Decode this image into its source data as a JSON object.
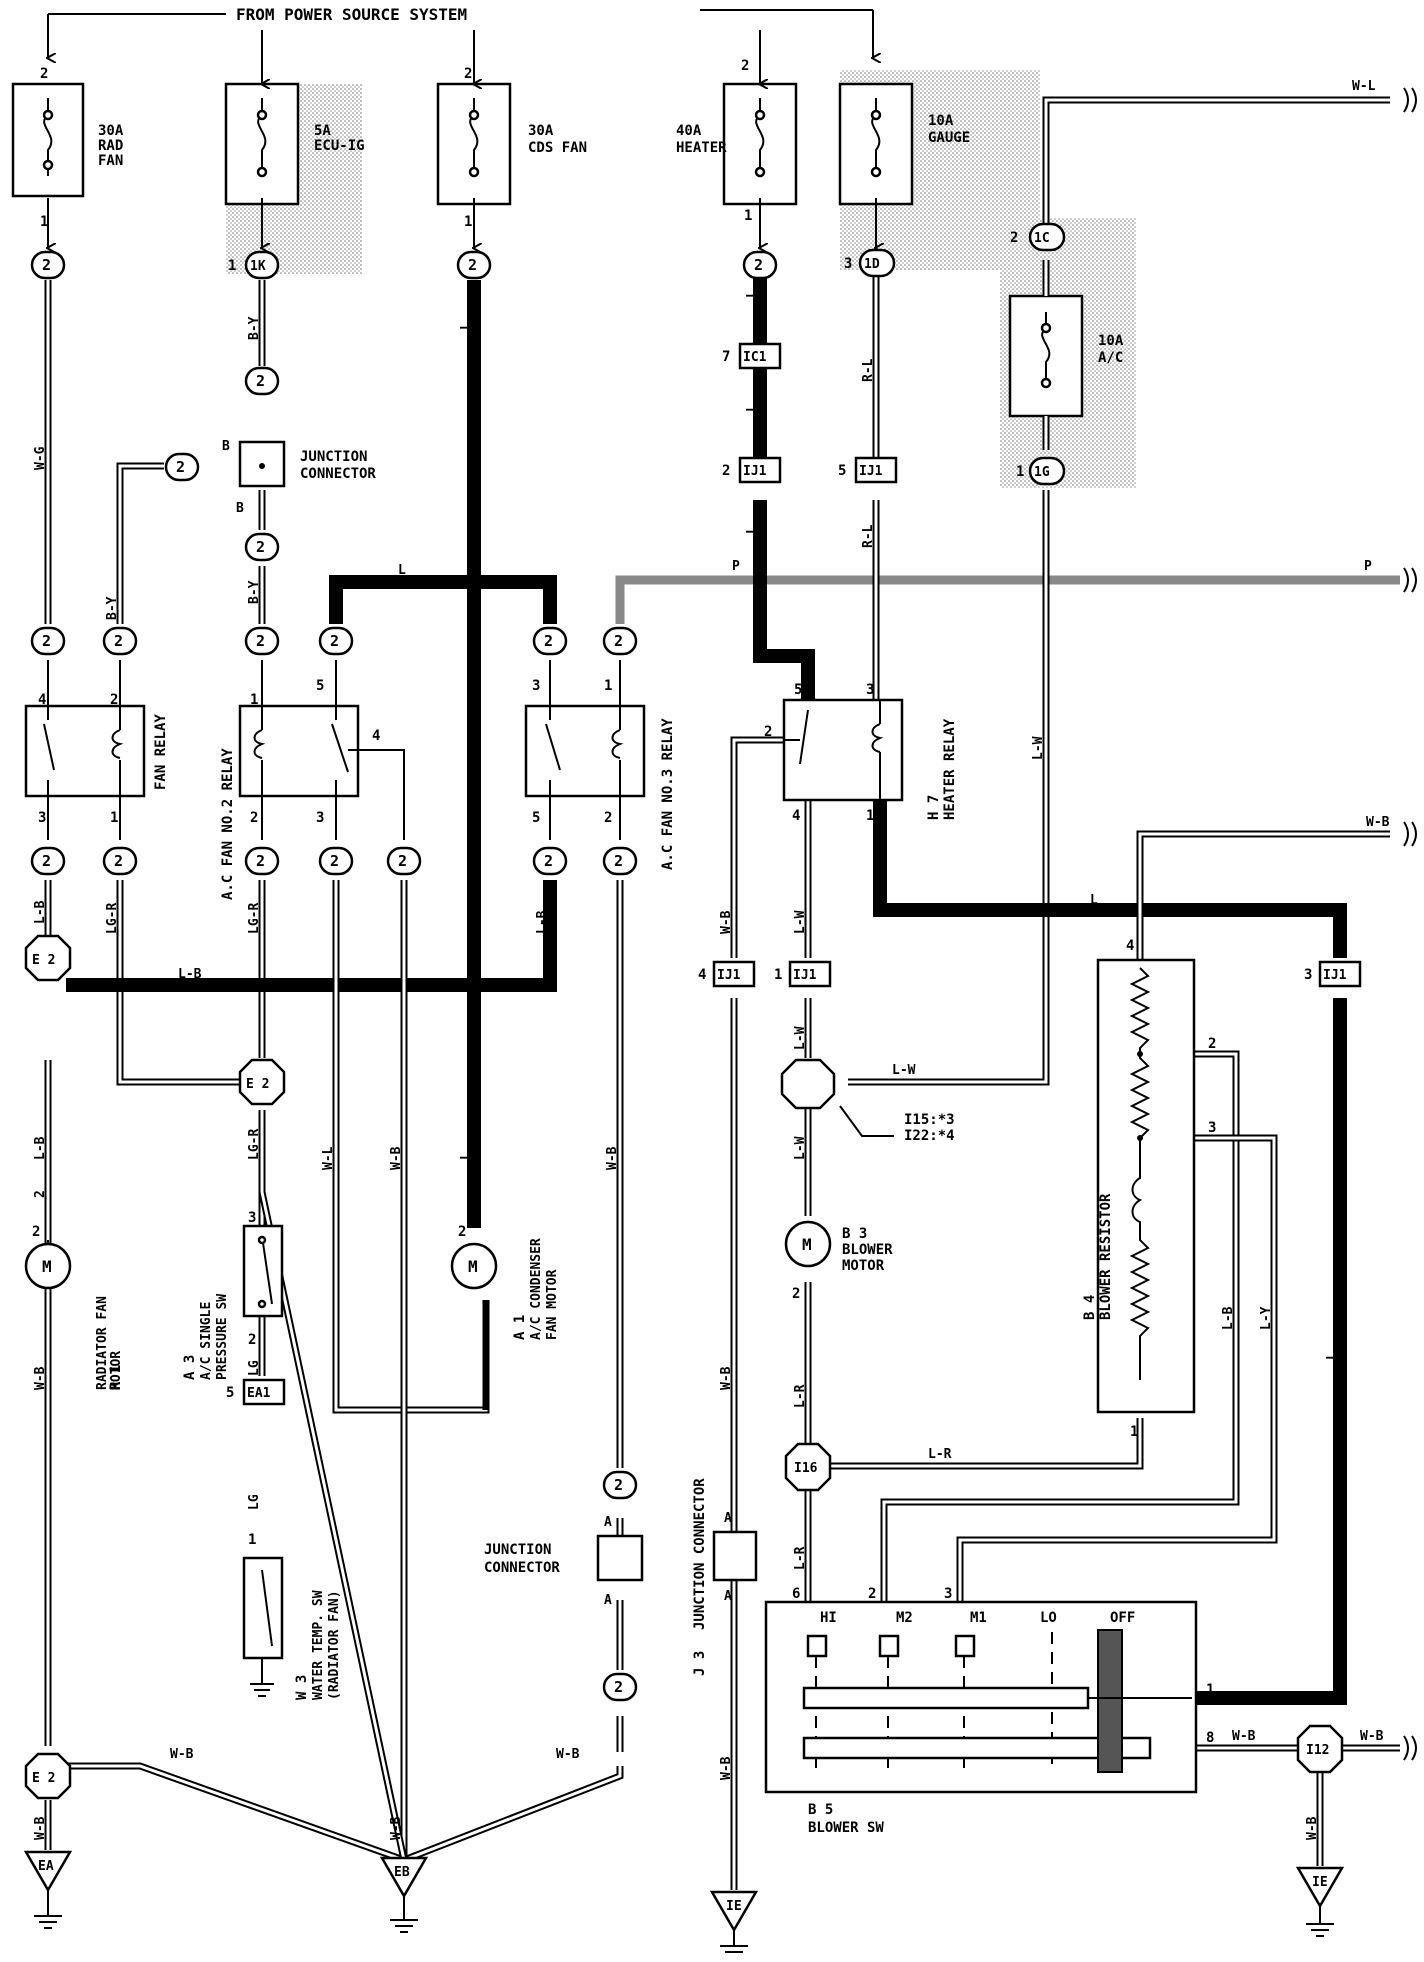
{
  "title": "FROM POWER SOURCE SYSTEM",
  "fuses": [
    {
      "id": "rad-fan",
      "lines": [
        "30A",
        "RAD",
        "FAN"
      ]
    },
    {
      "id": "ecu-ig",
      "lines": [
        "5A",
        "ECU-IG"
      ]
    },
    {
      "id": "cds-fan",
      "lines": [
        "30A",
        "CDS FAN"
      ]
    },
    {
      "id": "heater",
      "lines": [
        "40A",
        "HEATER"
      ]
    },
    {
      "id": "gauge",
      "lines": [
        "10A",
        "GAUGE"
      ]
    },
    {
      "id": "ac",
      "lines": [
        "10A",
        "A/C"
      ]
    }
  ],
  "labels": {
    "junction_connector_top": [
      "JUNCTION",
      "CONNECTOR"
    ],
    "junction_connector_mid": [
      "JUNCTION",
      "CONNECTOR"
    ],
    "fan_relay": "FAN RELAY",
    "ac_fan_no2_relay": "A.C FAN NO.2 RELAY",
    "ac_fan_no3_relay": "A.C FAN NO.3 RELAY",
    "heater_relay": [
      "H 7",
      "HEATER RELAY"
    ],
    "radiator_fan_motor": [
      "R 1",
      "RADIATOR FAN",
      "MOTOR"
    ],
    "ac_single_pressure_sw": [
      "A 3",
      "A/C SINGLE",
      "PRESSURE SW"
    ],
    "ac_condenser_fan_motor": [
      "A 1",
      "A/C CONDENSER",
      "FAN MOTOR"
    ],
    "water_temp_sw": [
      "W 3",
      "WATER TEMP. SW",
      "(RADIATOR FAN)"
    ],
    "blower_motor": [
      "B 3",
      "BLOWER",
      "MOTOR"
    ],
    "blower_resistor": [
      "B 4",
      "BLOWER RESISTOR"
    ],
    "j3_junction_connector": [
      "J 3",
      "JUNCTION CONNECTOR"
    ],
    "blower_sw": [
      "B 5",
      "BLOWER SW"
    ],
    "splice_note": [
      "I15:*3",
      "I22:*4"
    ]
  },
  "connectors": {
    "c2": "2",
    "c1k": "1K",
    "c1d": "1D",
    "c1c": "1C",
    "c1g": "1G",
    "ic1": "IC1",
    "ij1": "IJ1",
    "e2": "E 2",
    "ea1": "EA1",
    "i16": "I16",
    "i12": "I12"
  },
  "grounds": {
    "ea": "EA",
    "eb": "EB",
    "ie": "IE"
  },
  "switch_positions": [
    "HI",
    "M2",
    "M1",
    "LO",
    "OFF"
  ],
  "wire_colors": {
    "wg": "W-G",
    "by": "B-Y",
    "b": "B",
    "l": "L",
    "lb": "L-B",
    "lgr": "LG-R",
    "lg": "LG",
    "wl": "W-L",
    "wb": "W-B",
    "p": "P",
    "rl": "R-L",
    "lw": "L-W",
    "lr": "L-R",
    "ly": "L-Y",
    "a": "A"
  },
  "pins": {
    "p1": "1",
    "p2": "2",
    "p3": "3",
    "p4": "4",
    "p5": "5",
    "p6": "6",
    "p7": "7",
    "p8": "8"
  }
}
